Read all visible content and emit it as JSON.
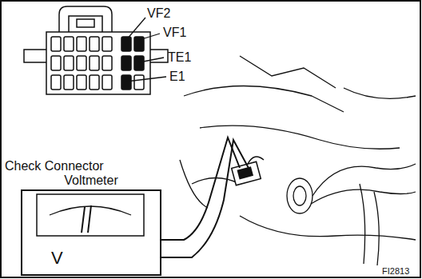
{
  "diagram": {
    "nodes": [
      {
        "text": [
          "Voltmeter",
          "V"
        ]
      }
    ],
    "labels": [
      "VF2",
      "VF1",
      "TE1",
      "E1",
      "Check Connector",
      "FI2813"
    ]
  }
}
